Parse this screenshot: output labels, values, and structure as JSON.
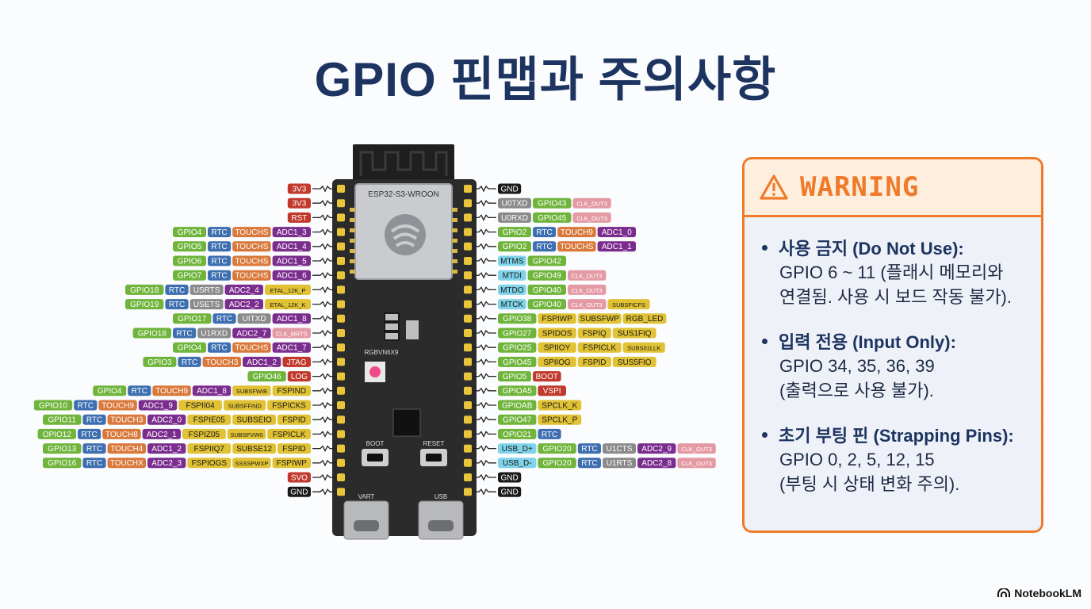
{
  "title": "GPIO 핀맵과 주의사항",
  "colors": {
    "accent": "#ef7b2a",
    "title": "#1d3461",
    "red": "#c0392b",
    "purple": "#7b2d8e",
    "orange": "#d9783a",
    "blue": "#3d6fb0",
    "green": "#6fb43b",
    "gray": "#8a8a8a",
    "pink": "#e49aa4",
    "yellow": "#e0c234",
    "cyan": "#7fd3ea",
    "black": "#1a1a1a"
  },
  "board": {
    "module_label": "ESP32-S3-WROON",
    "led_label": "RGBVN6X9",
    "boot_label": "BOOT",
    "reset_label": "RESET",
    "uart_label": "VART",
    "usb_label": "USB"
  },
  "left_pins": [
    [
      [
        "3V3",
        "red"
      ]
    ],
    [
      [
        "3V3",
        "red"
      ]
    ],
    [
      [
        "RST",
        "red"
      ]
    ],
    [
      [
        "ADC1_3",
        "purple"
      ],
      [
        "TOUCHS",
        "orange"
      ],
      [
        "RTC",
        "blue"
      ],
      [
        "GPIO4",
        "green"
      ]
    ],
    [
      [
        "ADC1_4",
        "purple"
      ],
      [
        "TOUCHS",
        "orange"
      ],
      [
        "RTC",
        "blue"
      ],
      [
        "GPIO5",
        "green"
      ]
    ],
    [
      [
        "ADC1_5",
        "purple"
      ],
      [
        "TOUCHS",
        "orange"
      ],
      [
        "RTC",
        "blue"
      ],
      [
        "GPIO6",
        "green"
      ]
    ],
    [
      [
        "ADC1_6",
        "purple"
      ],
      [
        "TOUCHS",
        "orange"
      ],
      [
        "RTC",
        "blue"
      ],
      [
        "GPIO7",
        "green"
      ]
    ],
    [
      [
        "ETAL_12K_P",
        "yellow"
      ],
      [
        "ADC2_4",
        "purple"
      ],
      [
        "USRTS",
        "gray"
      ],
      [
        "RTC",
        "blue"
      ],
      [
        "GPIO18",
        "green"
      ]
    ],
    [
      [
        "ETAL_12K_K",
        "yellow"
      ],
      [
        "ADC2_2",
        "purple"
      ],
      [
        "USETS",
        "gray"
      ],
      [
        "RTC",
        "blue"
      ],
      [
        "GPIO19",
        "green"
      ]
    ],
    [
      [
        "ADC1_8",
        "purple"
      ],
      [
        "UITXD",
        "gray"
      ],
      [
        "RTC",
        "blue"
      ],
      [
        "GPIO17",
        "green"
      ]
    ],
    [
      [
        "CLK_MRTS",
        "pink"
      ],
      [
        "ADC2_7",
        "purple"
      ],
      [
        "U1RXD",
        "gray"
      ],
      [
        "RTC",
        "blue"
      ],
      [
        "GPIO18",
        "green"
      ]
    ],
    [
      [
        "ADC1_7",
        "purple"
      ],
      [
        "TOUCHS",
        "orange"
      ],
      [
        "RTC",
        "blue"
      ],
      [
        "GPIO4",
        "green"
      ]
    ],
    [
      [
        "JTAG",
        "red"
      ],
      [
        "ADC1_2",
        "purple"
      ],
      [
        "TOUCH3",
        "orange"
      ],
      [
        "RTC",
        "blue"
      ],
      [
        "GPIO3",
        "green"
      ]
    ],
    [
      [
        "LOG",
        "red"
      ],
      [
        "GPIO46",
        "green"
      ]
    ],
    [
      [
        "FSPIND",
        "yellow"
      ],
      [
        "SUBSFWIB",
        "yellow"
      ],
      [
        "ADC1_8",
        "purple"
      ],
      [
        "TOUCH9",
        "orange"
      ],
      [
        "RTC",
        "blue"
      ],
      [
        "GPIO4",
        "green"
      ]
    ],
    [
      [
        "FSPICKS",
        "yellow"
      ],
      [
        "SUBSFFIND",
        "yellow"
      ],
      [
        "FSPII04",
        "yellow"
      ],
      [
        "ADC1_9",
        "purple"
      ],
      [
        "TOUCH9",
        "orange"
      ],
      [
        "RTC",
        "blue"
      ],
      [
        "GPIO10",
        "green"
      ]
    ],
    [
      [
        "FSPID",
        "yellow"
      ],
      [
        "SUBSEIO",
        "yellow"
      ],
      [
        "FSPIE05",
        "yellow"
      ],
      [
        "ADC2_0",
        "purple"
      ],
      [
        "TOUCH3",
        "orange"
      ],
      [
        "RTC",
        "blue"
      ],
      [
        "GPIO11",
        "green"
      ]
    ],
    [
      [
        "FSPICLK",
        "yellow"
      ],
      [
        "SUBSFVW0",
        "yellow"
      ],
      [
        "FSPIZ05",
        "yellow"
      ],
      [
        "ADC2_1",
        "purple"
      ],
      [
        "TOUCH8",
        "orange"
      ],
      [
        "RTC",
        "blue"
      ],
      [
        "OPIO12",
        "green"
      ]
    ],
    [
      [
        "FSPID",
        "yellow"
      ],
      [
        "SUBSE12",
        "yellow"
      ],
      [
        "FSPIIQ7",
        "yellow"
      ],
      [
        "ADC1_2",
        "purple"
      ],
      [
        "TOUCH4",
        "orange"
      ],
      [
        "RTC",
        "blue"
      ],
      [
        "GPIO13",
        "green"
      ]
    ],
    [
      [
        "FSPIWP",
        "yellow"
      ],
      [
        "SSSSPWXP",
        "yellow"
      ],
      [
        "FSPIOGS",
        "yellow"
      ],
      [
        "ADC2_3",
        "purple"
      ],
      [
        "TOUCHX",
        "orange"
      ],
      [
        "RTC",
        "blue"
      ],
      [
        "GPIO16",
        "green"
      ]
    ],
    [
      [
        "SVO",
        "red"
      ]
    ],
    [
      [
        "GND",
        "black"
      ]
    ]
  ],
  "right_pins": [
    [
      [
        "GND",
        "black"
      ]
    ],
    [
      [
        "U0TXD",
        "gray"
      ],
      [
        "GPIO43",
        "green"
      ],
      [
        "CLK_OUT3",
        "pink"
      ]
    ],
    [
      [
        "U0RXD",
        "gray"
      ],
      [
        "GPIO45",
        "green"
      ],
      [
        "CLK_OUT3",
        "pink"
      ]
    ],
    [
      [
        "GPIO2",
        "green"
      ],
      [
        "RTC",
        "blue"
      ],
      [
        "TOUCH9",
        "orange"
      ],
      [
        "ADC1_0",
        "purple"
      ]
    ],
    [
      [
        "GPIO2",
        "green"
      ],
      [
        "RTC",
        "blue"
      ],
      [
        "TOUCHS",
        "orange"
      ],
      [
        "ADC1_1",
        "purple"
      ]
    ],
    [
      [
        "MTMS",
        "cyan"
      ],
      [
        "GPIO42",
        "green"
      ]
    ],
    [
      [
        "MTDI",
        "cyan"
      ],
      [
        "GPIO49",
        "green"
      ],
      [
        "CLK_OUT3",
        "pink"
      ]
    ],
    [
      [
        "MTDO",
        "cyan"
      ],
      [
        "GPIO40",
        "green"
      ],
      [
        "CLK_OUT3",
        "pink"
      ]
    ],
    [
      [
        "MTCK",
        "cyan"
      ],
      [
        "GPIO40",
        "green"
      ],
      [
        "CLK_OUT3",
        "pink"
      ],
      [
        "SUBSFICFS",
        "yellow"
      ]
    ],
    [
      [
        "GPIO38",
        "green"
      ],
      [
        "FSPIWP",
        "yellow"
      ],
      [
        "SUBSFWP",
        "yellow"
      ],
      [
        "RGB_LED",
        "yellow"
      ]
    ],
    [
      [
        "GPIO27",
        "green"
      ],
      [
        "SPIDOS",
        "yellow"
      ],
      [
        "FSPIQ",
        "yellow"
      ],
      [
        "SUS1FIQ",
        "yellow"
      ]
    ],
    [
      [
        "GPIO25",
        "green"
      ],
      [
        "SPIIOY",
        "yellow"
      ],
      [
        "FSPICLK",
        "yellow"
      ],
      [
        "SUBS01LLK",
        "yellow"
      ]
    ],
    [
      [
        "GPIO45",
        "green"
      ],
      [
        "SPIIOG",
        "yellow"
      ],
      [
        "FSPID",
        "yellow"
      ],
      [
        "SUS5FIO",
        "yellow"
      ]
    ],
    [
      [
        "GPIO5",
        "green"
      ],
      [
        "BOOT",
        "red"
      ]
    ],
    [
      [
        "GPIOA5",
        "green"
      ],
      [
        "VSPI",
        "red"
      ]
    ],
    [
      [
        "GPIOAB",
        "green"
      ],
      [
        "SPCLK_K",
        "yellow"
      ]
    ],
    [
      [
        "GPIO47",
        "green"
      ],
      [
        "SPCLK_P",
        "yellow"
      ]
    ],
    [
      [
        "OPIO21",
        "green"
      ],
      [
        "RTC",
        "blue"
      ]
    ],
    [
      [
        "USB_D+",
        "cyan"
      ],
      [
        "GPIO20",
        "green"
      ],
      [
        "RTC",
        "blue"
      ],
      [
        "U1CTS",
        "gray"
      ],
      [
        "ADC2_9",
        "purple"
      ],
      [
        "CLK_OUT3",
        "pink"
      ]
    ],
    [
      [
        "USB_D-",
        "cyan"
      ],
      [
        "GPIO20",
        "green"
      ],
      [
        "RTC",
        "blue"
      ],
      [
        "U1RTS",
        "gray"
      ],
      [
        "ADC2_8",
        "purple"
      ],
      [
        "CLK_OUT3",
        "pink"
      ]
    ],
    [
      [
        "GND",
        "black"
      ]
    ],
    [
      [
        "GND",
        "black"
      ]
    ]
  ],
  "warning": {
    "title": "WARNING",
    "items": [
      {
        "heading": "사용 금지 (Do Not Use):",
        "lines": [
          "GPIO 6 ~ 11 (플래시 메모리와",
          "연결됨. 사용 시 보드 작동 불가)."
        ]
      },
      {
        "heading": "입력 전용 (Input Only):",
        "lines": [
          "GPIO 34, 35, 36, 39",
          "(출력으로 사용 불가)."
        ]
      },
      {
        "heading": "초기 부팅 핀 (Strapping Pins):",
        "lines": [
          "GPIO 0, 2, 5, 12, 15",
          "(부팅 시 상태 변화 주의)."
        ]
      }
    ]
  },
  "brand": "NotebookLM"
}
